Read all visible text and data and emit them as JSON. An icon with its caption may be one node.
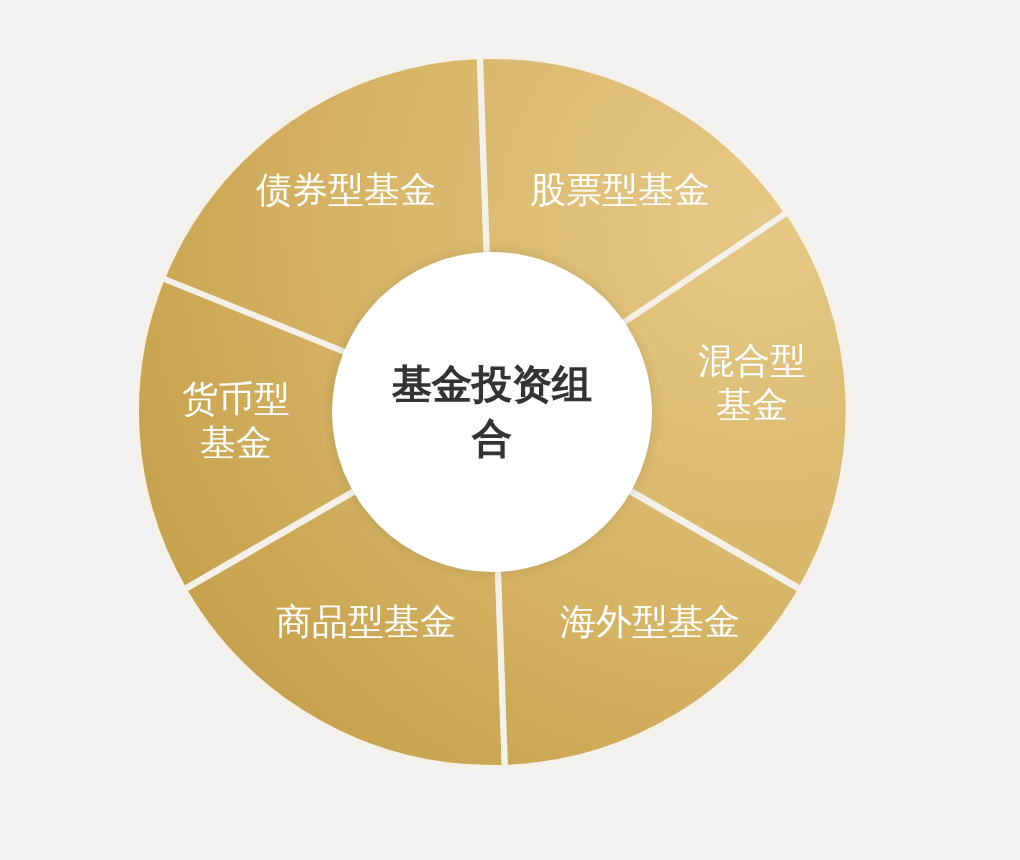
{
  "diagram": {
    "nodes": [
      {
        "text": [
          "基金投资组合"
        ]
      },
      {
        "text": [
          "债券型基金"
        ]
      },
      {
        "text": [
          "股票型基金"
        ]
      },
      {
        "text": [
          "混合型基金"
        ]
      },
      {
        "text": [
          "货币型基金"
        ]
      },
      {
        "text": [
          "商品型基金"
        ]
      },
      {
        "text": [
          "海外型基金"
        ]
      }
    ]
  }
}
